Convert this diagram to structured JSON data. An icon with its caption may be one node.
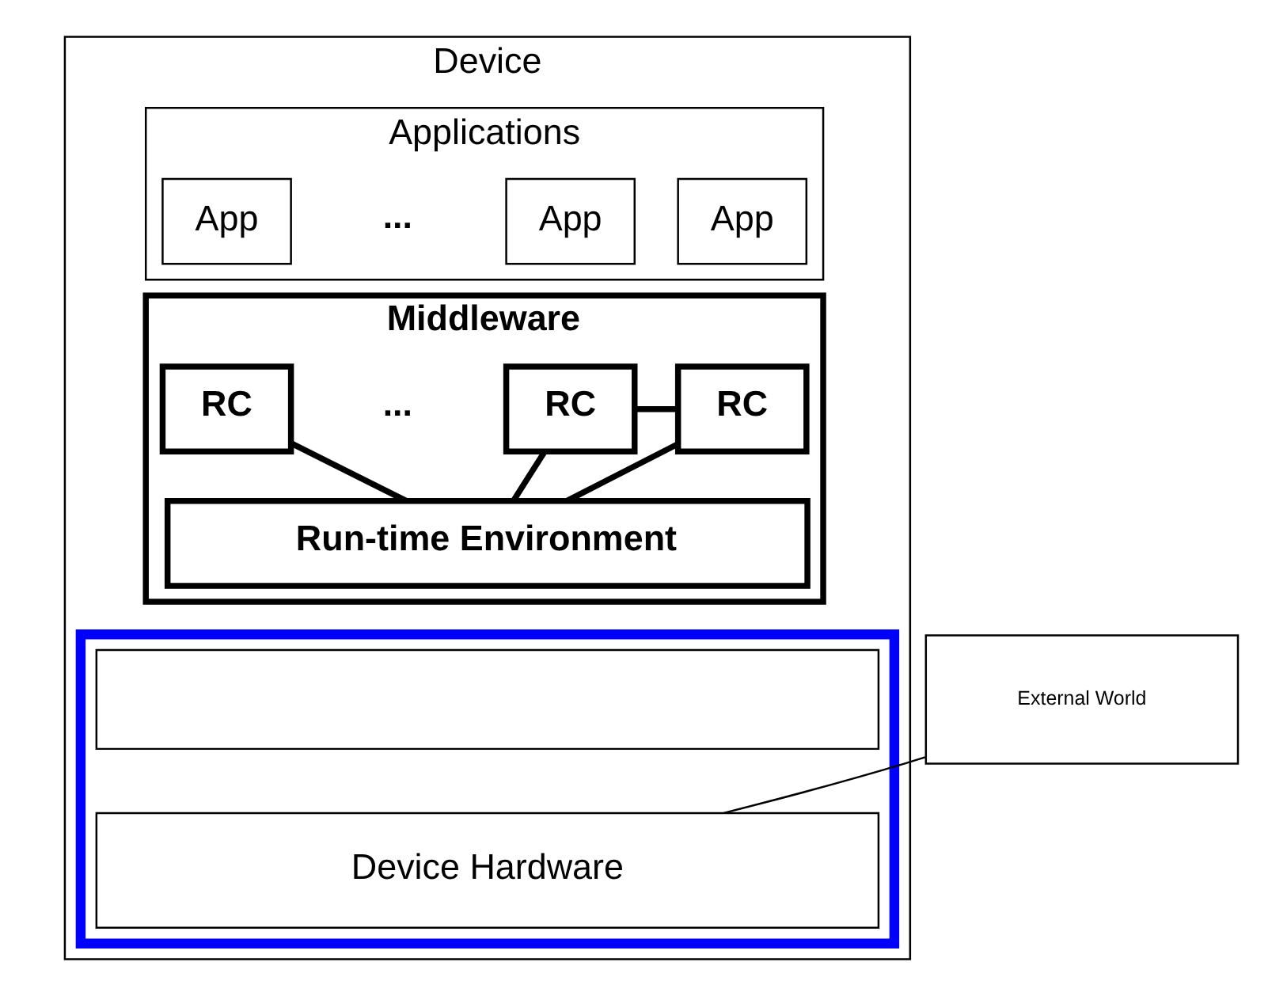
{
  "diagram": {
    "nodes": [
      {
        "text": [
          "Device"
        ]
      },
      {
        "text": [
          "Applications"
        ],
        "in": 0
      },
      {
        "text": [
          "App"
        ],
        "in": 1
      },
      {
        "text": [
          "App"
        ],
        "in": 1
      },
      {
        "text": [
          "App"
        ],
        "in": 1
      },
      {
        "text": [
          "Middleware"
        ],
        "in": 0
      },
      {
        "text": [
          "RC"
        ],
        "in": 5
      },
      {
        "text": [
          "RC"
        ],
        "in": 5
      },
      {
        "text": [
          "RC"
        ],
        "in": 5
      },
      {
        "text": [
          "Run-time Environment"
        ],
        "in": 5
      },
      {
        "text": [],
        "shape": "box",
        "in": 0
      },
      {
        "text": [],
        "shape": "box",
        "in": 10
      },
      {
        "text": [
          "Device Hardware"
        ],
        "in": 10
      },
      {
        "text": [
          "External World"
        ]
      }
    ],
    "edges": [
      {
        "from": 6,
        "to": 7,
        "arrow": "none"
      },
      {
        "from": 6,
        "to": 9,
        "arrow": "none"
      },
      {
        "from": 7,
        "to": 9,
        "arrow": "none"
      },
      {
        "from": 8,
        "to": 9,
        "arrow": "none"
      },
      {
        "from": 13,
        "to": 12,
        "arrow": "none"
      }
    ],
    "labels": [
      "...",
      "..."
    ]
  }
}
